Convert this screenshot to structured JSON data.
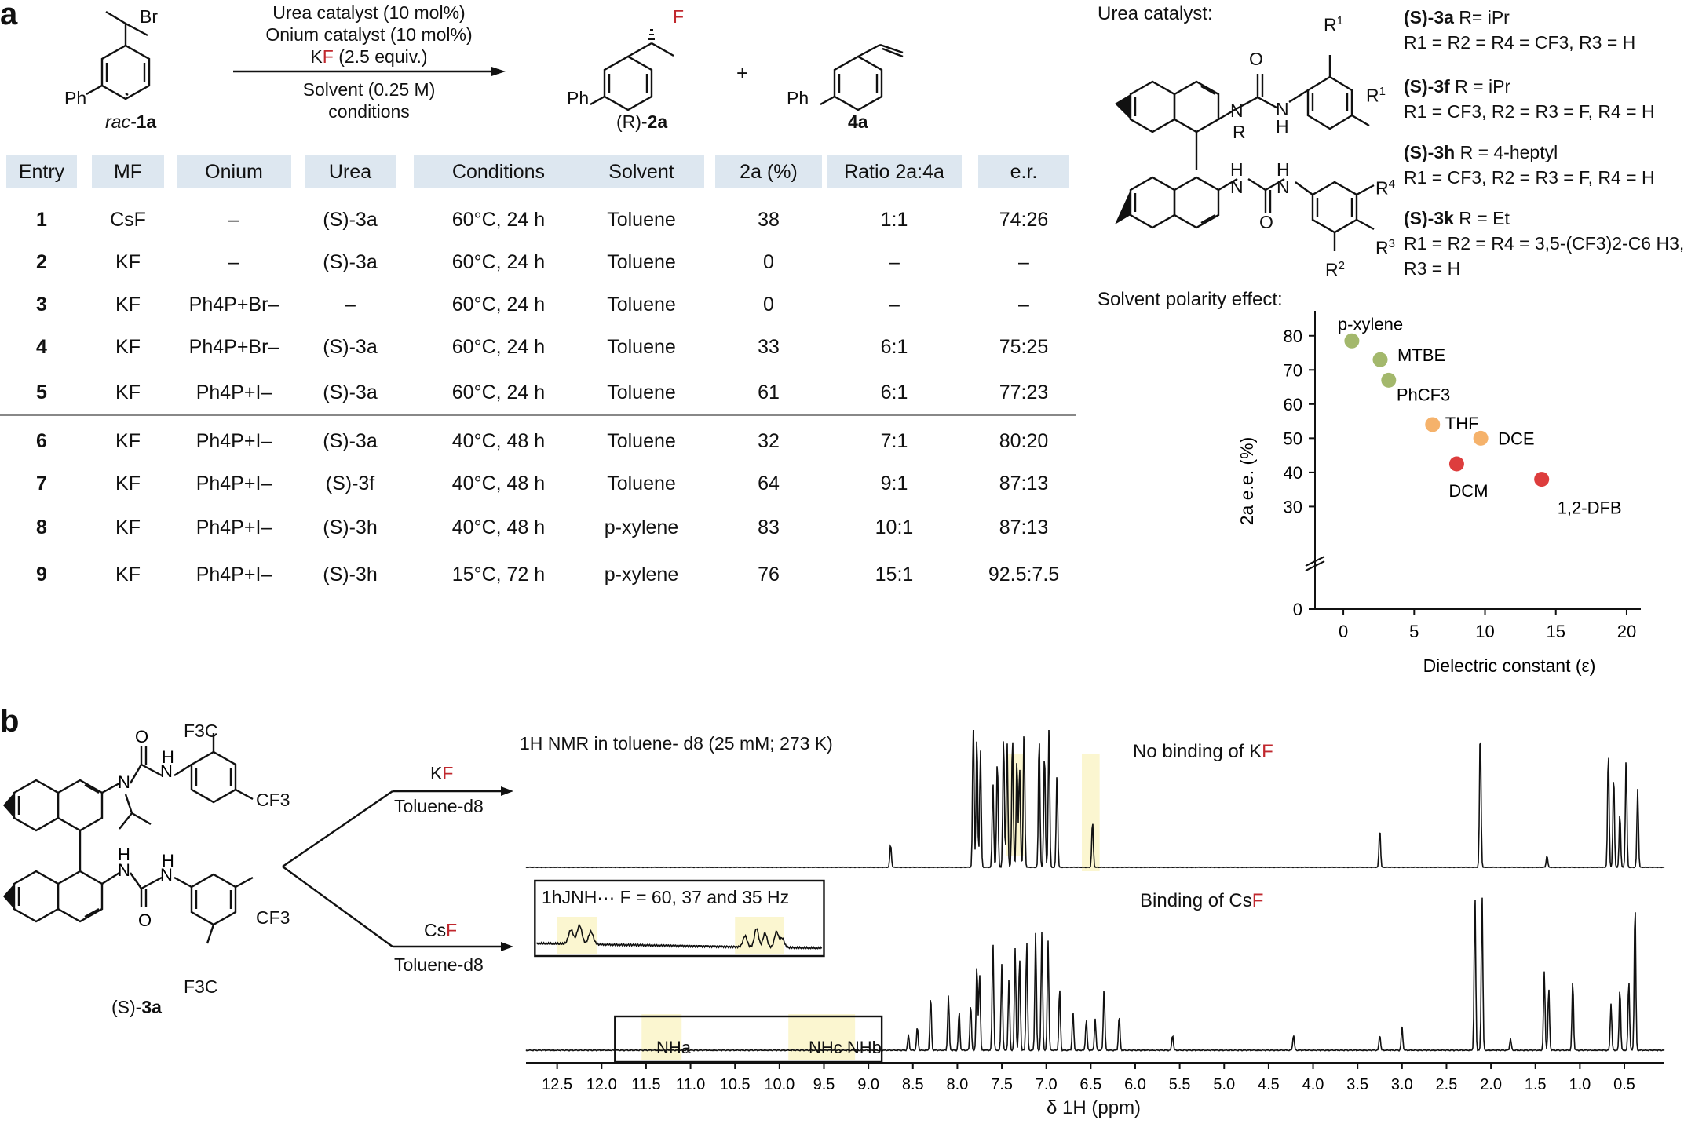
{
  "panel_a": {
    "letter": "a",
    "reaction": {
      "reactant_sub": "Br",
      "reactant_ph": "Ph",
      "reactant_label_pre": "rac-",
      "reactant_label_num": "1a",
      "cond_line1": "Urea catalyst (10 mol%)",
      "cond_line2": "Onium catalyst (10 mol%)",
      "cond_line3_k": "K",
      "cond_line3_f": "F",
      "cond_line3_rest": " (2.5 equiv.)",
      "cond_line4": "Solvent (0.25 M)",
      "cond_line5": "conditions",
      "product_f": "F",
      "product_ph": "Ph",
      "product_label_pre": "(R)-",
      "product_label_num": "2a",
      "plus": "+",
      "side_ph": "Ph",
      "side_label": "4a"
    },
    "table": {
      "headers": [
        "Entry",
        "MF",
        "Onium",
        "Urea",
        "Conditions",
        "Solvent",
        "2a (%)",
        "Ratio 2a:4a",
        "e.r."
      ],
      "rows": [
        [
          "1",
          "CsF",
          "–",
          "(S)-3a",
          "60°C, 24 h",
          "Toluene",
          "38",
          "1:1",
          "74:26"
        ],
        [
          "2",
          "KF",
          "–",
          "(S)-3a",
          "60°C, 24 h",
          "Toluene",
          "0",
          "–",
          "–"
        ],
        [
          "3",
          "KF",
          "Ph4P+Br–",
          "–",
          "60°C, 24 h",
          "Toluene",
          "0",
          "–",
          "–"
        ],
        [
          "4",
          "KF",
          "Ph4P+Br–",
          "(S)-3a",
          "60°C, 24 h",
          "Toluene",
          "33",
          "6:1",
          "75:25"
        ],
        [
          "5",
          "KF",
          "Ph4P+I–",
          "(S)-3a",
          "60°C, 24 h",
          "Toluene",
          "61",
          "6:1",
          "77:23"
        ],
        [
          "6",
          "KF",
          "Ph4P+I–",
          "(S)-3a",
          "40°C, 48 h",
          "Toluene",
          "32",
          "7:1",
          "80:20"
        ],
        [
          "7",
          "KF",
          "Ph4P+I–",
          "(S)-3f",
          "40°C, 48 h",
          "Toluene",
          "64",
          "9:1",
          "87:13"
        ],
        [
          "8",
          "KF",
          "Ph4P+I–",
          "(S)-3h",
          "40°C, 48 h",
          "p-xylene",
          "83",
          "10:1",
          "87:13"
        ],
        [
          "9",
          "KF",
          "Ph4P+I–",
          "(S)-3h",
          "15°C, 72 h",
          "p-xylene",
          "76",
          "15:1",
          "92.5:7.5"
        ]
      ]
    },
    "urea_catalyst": {
      "title": "Urea catalyst:",
      "variants": [
        {
          "name": "(S)-3a",
          "r": "R= iPr",
          "subs": "R1 = R2 = R4 = CF3, R3 = H"
        },
        {
          "name": "(S)-3f",
          "r": "R = iPr",
          "subs": "R1 = CF3, R2 = R3 = F, R4 = H"
        },
        {
          "name": "(S)-3h",
          "r": "R = 4-heptyl",
          "subs": "R1 = CF3, R2 = R3 = F, R4 = H"
        },
        {
          "name": "(S)-3k",
          "r": "R = Et",
          "subs": "R1 = R2 = R4 = 3,5-(CF3)2-C6 H3,",
          "subs2": "R3 = H"
        }
      ],
      "struct_labels": {
        "r1a": "R",
        "r1b": "R",
        "r2": "R",
        "r3": "R",
        "r4": "R",
        "o1": "O",
        "o2": "O",
        "n1": "N",
        "n2": "N",
        "h1": "H",
        "h2": "H",
        "h3": "H",
        "h4": "N",
        "rr": "R"
      }
    },
    "polarity_chart_title": "Solvent polarity effect:"
  },
  "chart_data": {
    "type": "scatter",
    "title": "Solvent polarity effect:",
    "xlabel": "Dielectric constant (ε)",
    "ylabel": "2a e.e. (%)",
    "xlim": [
      -2,
      21
    ],
    "ylim": [
      0,
      85
    ],
    "xticks": [
      0,
      5,
      10,
      15,
      20
    ],
    "yticks": [
      0,
      30,
      40,
      50,
      60,
      70,
      80
    ],
    "axis_break": true,
    "points": [
      {
        "label": "p-xylene",
        "x": 0.6,
        "y": 78.5,
        "color": "#a3b86c"
      },
      {
        "label": "MTBE",
        "x": 2.6,
        "y": 73,
        "color": "#a3b86c"
      },
      {
        "label": "PhCF3",
        "x": 3.2,
        "y": 67,
        "color": "#a3b86c"
      },
      {
        "label": "THF",
        "x": 6.3,
        "y": 54,
        "color": "#f5b26b"
      },
      {
        "label": "DCE",
        "x": 9.7,
        "y": 50,
        "color": "#f5b26b"
      },
      {
        "label": "DCM",
        "x": 8.0,
        "y": 42.5,
        "color": "#dd3d3d"
      },
      {
        "label": "1,2-DFB",
        "x": 14.0,
        "y": 38,
        "color": "#dd3d3d"
      }
    ]
  },
  "panel_b": {
    "letter": "b",
    "compound_label_pre": "(S)-",
    "compound_label_num": "3a",
    "cf3": "CF3",
    "f3c": "F3C",
    "arrow_top_k": "K",
    "arrow_top_f": "F",
    "arrow_top_solvent": "Toluene-d8",
    "arrow_bottom_cs": "Cs",
    "arrow_bottom_f": "F",
    "arrow_bottom_solvent": "Toluene-d8",
    "nmr_title": "1H NMR in toluene- d8 (25 mM; 273 K)",
    "top_spectrum_label_pre": "No binding of K",
    "top_spectrum_label_f": "F",
    "bottom_spectrum_label_pre": "Binding of Cs",
    "bottom_spectrum_label_f": "F",
    "inset_text": "1hJNH··· F = 60, 37 and 35 Hz",
    "nh_a": "NHa",
    "nh_cb": "NHc NHb",
    "axis_label": "δ 1H (ppm)",
    "axis_ticks": [
      "12.5",
      "12.0",
      "11.5",
      "11.0",
      "10.5",
      "10.0",
      "9.5",
      "9.0",
      "8.5",
      "8.0",
      "7.5",
      "7.0",
      "6.5",
      "6.0",
      "5.5",
      "5.0",
      "4.5",
      "4.0",
      "3.5",
      "3.0",
      "2.5",
      "2.0",
      "1.5",
      "1.0",
      "0.5"
    ]
  },
  "colors": {
    "highlight": "#fbf6d0",
    "header_bg": "#dde7f0",
    "fluorine_red": "#c0272d"
  }
}
